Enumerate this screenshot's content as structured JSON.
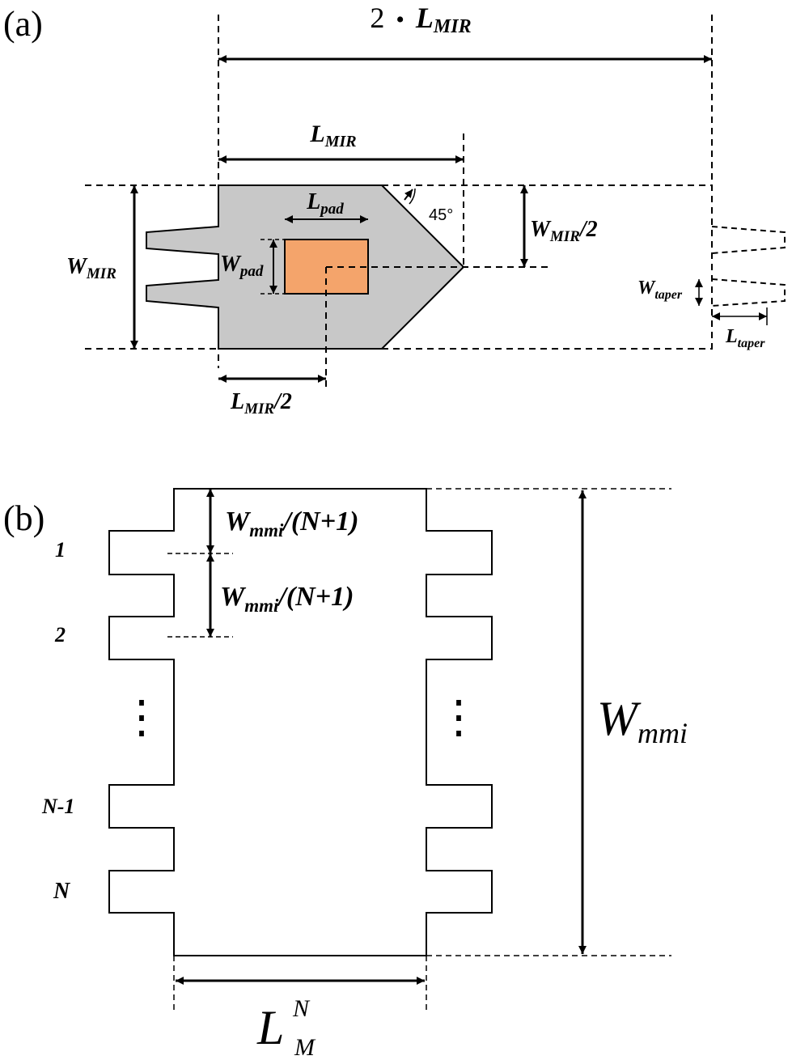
{
  "panel_a": {
    "panel_label": "(a)",
    "two_l_mir": {
      "prefix": "2",
      "dot": "•",
      "main": "L",
      "sub": "MIR"
    },
    "l_mir": {
      "main": "L",
      "sub": "MIR"
    },
    "l_pad": {
      "main": "L",
      "sub": "pad"
    },
    "w_pad": {
      "main": "W",
      "sub": "pad"
    },
    "w_mir": {
      "main": "W",
      "sub": "MIR"
    },
    "w_mir_half": {
      "main": "W",
      "sub": "MIR",
      "suffix": "/2"
    },
    "l_mir_half": {
      "main": "L",
      "sub": "MIR",
      "suffix": "/2"
    },
    "angle": "45°",
    "w_taper": {
      "main": "W",
      "sub": "taper"
    },
    "l_taper": {
      "main": "L",
      "sub": "taper"
    },
    "colors": {
      "mir_body": "#c8c8c8",
      "pad": "#f4a46b"
    }
  },
  "panel_b": {
    "panel_label": "(b)",
    "port_labels": [
      "1",
      "2",
      "N-1",
      "N"
    ],
    "dots": "⋮",
    "spacing_label_1": {
      "main": "W",
      "sub": "mmi",
      "suffix": "/(N+1)"
    },
    "spacing_label_2": {
      "main": "W",
      "sub": "mmi",
      "suffix": "/(N+1)"
    },
    "w_mmi": {
      "main": "W",
      "sub": "mmi"
    },
    "length": {
      "main": "L",
      "sup": "N",
      "sub": "M"
    }
  }
}
